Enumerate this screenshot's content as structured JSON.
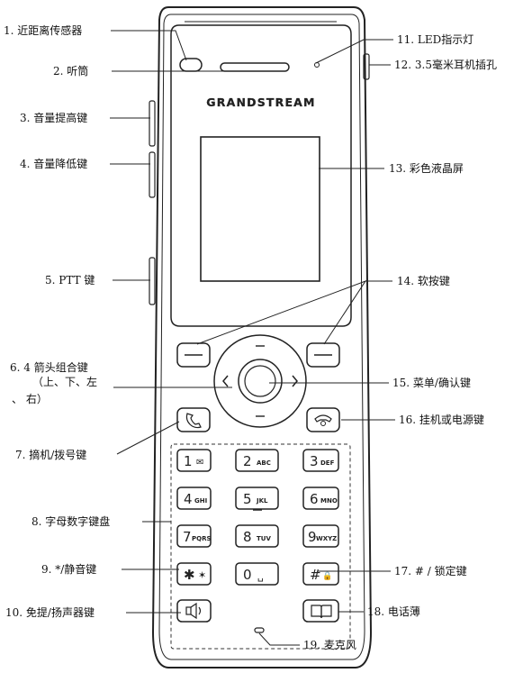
{
  "device": {
    "brand": "GRANDSTREAM",
    "keys": {
      "k1": {
        "digit": "1",
        "sub": "✉"
      },
      "k2": {
        "digit": "2",
        "sub": "ABC"
      },
      "k3": {
        "digit": "3",
        "sub": "DEF"
      },
      "k4": {
        "digit": "4",
        "sub": "GHI"
      },
      "k5": {
        "digit": "5",
        "sub": "JKL"
      },
      "k6": {
        "digit": "6",
        "sub": "MNO"
      },
      "k7": {
        "digit": "7",
        "sub": "PQRS"
      },
      "k8": {
        "digit": "8",
        "sub": "TUV"
      },
      "k9": {
        "digit": "9",
        "sub": "WXYZ"
      },
      "kstar": {
        "digit": "✱",
        "sub": "✶"
      },
      "k0": {
        "digit": "0",
        "sub": "␣"
      },
      "khash": {
        "digit": "#",
        "sub": "🔒"
      }
    }
  },
  "labels": {
    "l1": "1. 近距离传感器",
    "l2": "2. 听筒",
    "l3": "3. 音量提高键",
    "l4": "4. 音量降低键",
    "l5": "5. PTT 键",
    "l6a": "6. 4 箭头组合键",
    "l6b": "（上、下、左",
    "l6c": "、 右）",
    "l7": "7. 摘机/拨号键",
    "l8": "8. 字母数字键盘",
    "l9": "9. */静音键",
    "l10": "10. 免提/扬声器键",
    "l11": "11. LED指示灯",
    "l12": "12. 3.5毫米耳机插孔",
    "l13": "13. 彩色液晶屏",
    "l14": "14. 软按键",
    "l15": "15. 菜单/确认键",
    "l16": "16. 挂机或电源键",
    "l17": "17. # / 锁定键",
    "l18": "18. 电话薄",
    "l19": "19. 麦克风"
  }
}
